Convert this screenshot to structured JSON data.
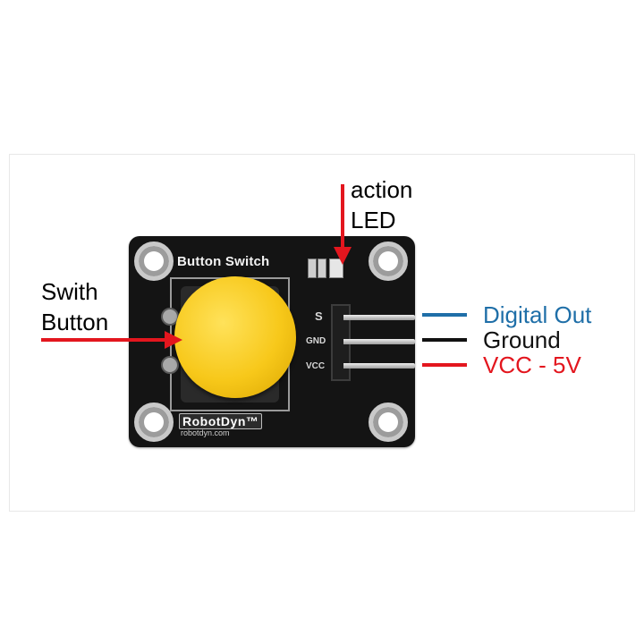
{
  "board": {
    "title": "Button Switch",
    "logo": "RobotDyn™",
    "url": "robotdyn.com",
    "pins": [
      "S",
      "GND",
      "VCC"
    ]
  },
  "annotations": {
    "led_line1": "action",
    "led_line2": "LED",
    "button_line1": "Swith",
    "button_line2": "Button",
    "digital_out": "Digital Out",
    "ground": "Ground",
    "vcc": "VCC - 5V"
  },
  "colors": {
    "arrow": "#e3161e",
    "digital_out": "#1f6fa8",
    "ground": "#111111",
    "vcc": "#e3161e",
    "button": "#f7c81a"
  }
}
